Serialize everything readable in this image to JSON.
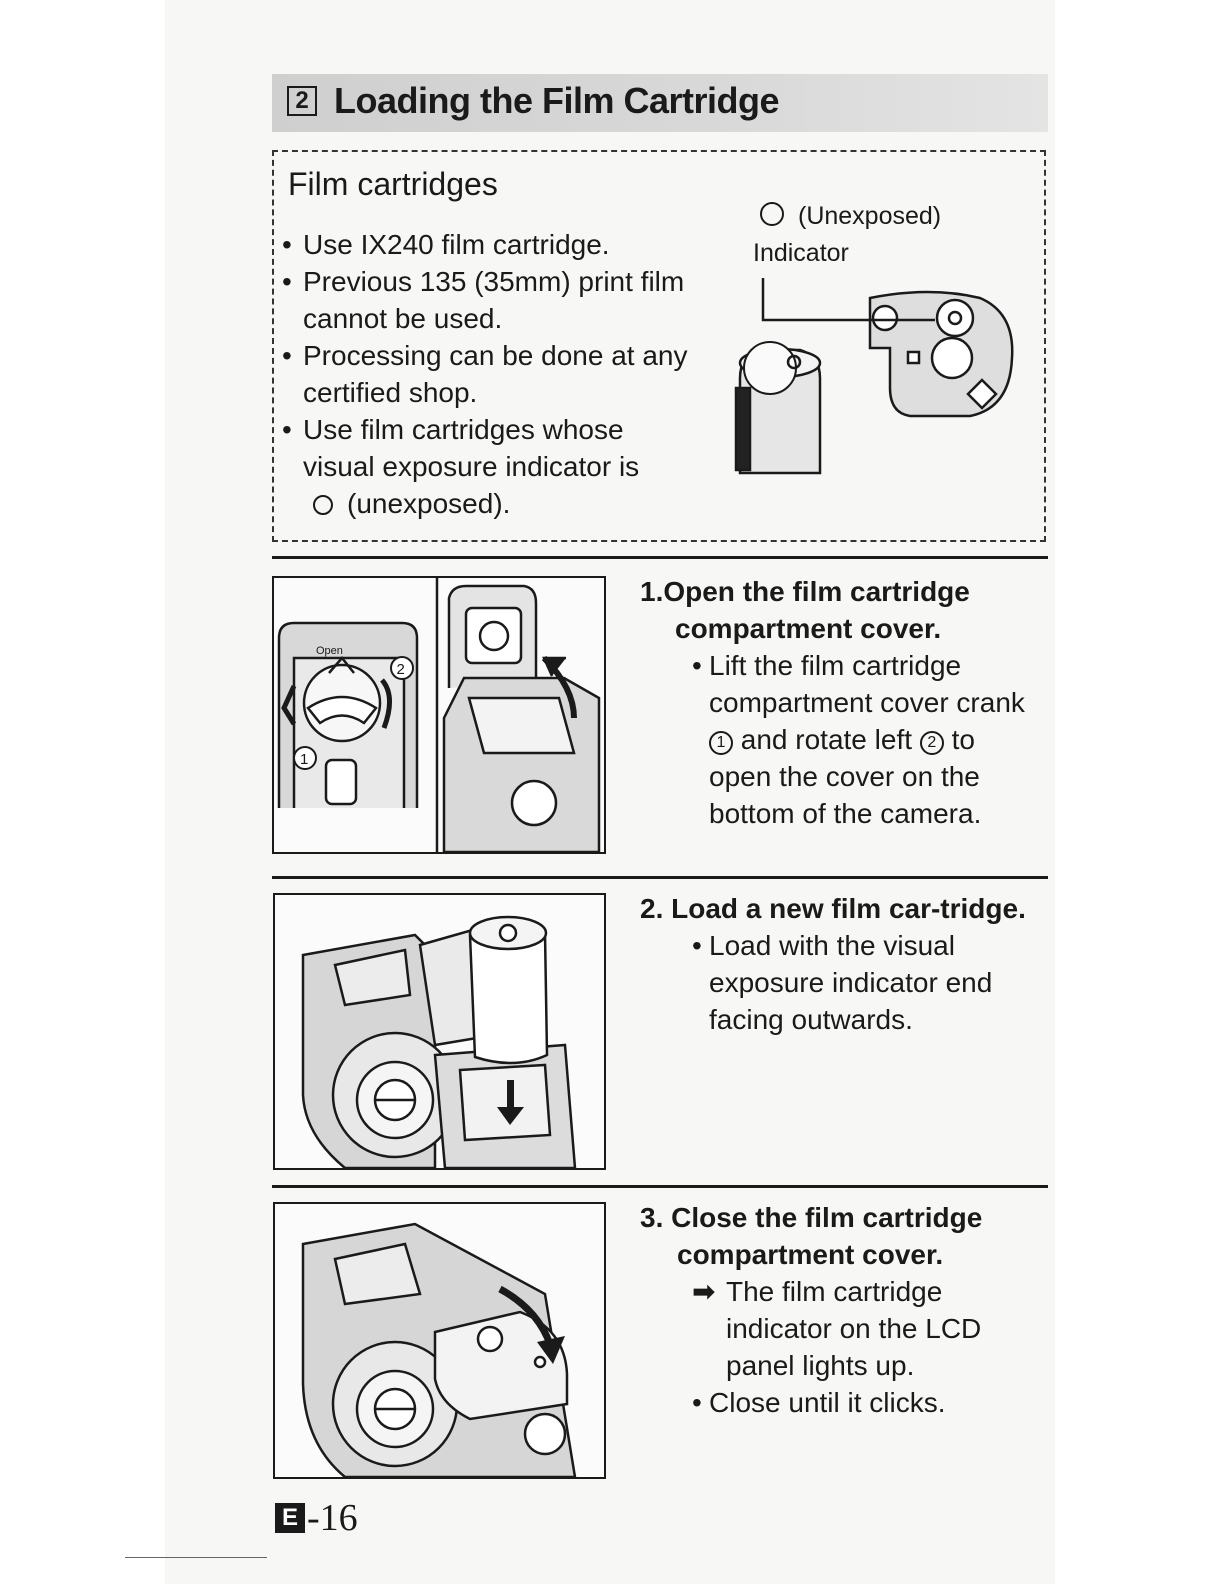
{
  "header": {
    "section_number": "2",
    "title": "Loading the Film Cartridge"
  },
  "film_cartridges": {
    "heading": "Film cartridges",
    "bullets": [
      "Use IX240 film cartridge.",
      "Previous 135 (35mm) print film cannot be used.",
      "Processing can be done at any certified shop.",
      "Use film cartridges whose visual exposure indicator is"
    ],
    "bullet_symbol": "•",
    "last_bullet_tail": "(unexposed).",
    "figure": {
      "unexposed_label": "(Unexposed)",
      "indicator_label": "Indicator"
    }
  },
  "steps": [
    {
      "title": "1.Open the film cartridge compartment cover.",
      "body_parts": [
        "Lift the film cartridge compartment cover crank",
        "1",
        "and rotate left",
        "2",
        "to open the cover on the bottom of the camera."
      ],
      "figure_labels": {
        "open": "Open",
        "one": "1",
        "two": "2"
      }
    },
    {
      "title": "2. Load a new film car-tridge.",
      "body": [
        "Load with the visual exposure indicator end facing outwards."
      ]
    },
    {
      "title": "3. Close the film cartridge compartment cover.",
      "arrow_symbol": "➡",
      "result": "The film cartridge indicator on the LCD panel lights up.",
      "body": [
        "Close until it clicks."
      ]
    }
  ],
  "footer": {
    "letter": "E",
    "page": "-16"
  },
  "colors": {
    "title_bar": "#d4d4d4",
    "ink": "#1a1a1a",
    "paper": "#f7f7f5"
  }
}
